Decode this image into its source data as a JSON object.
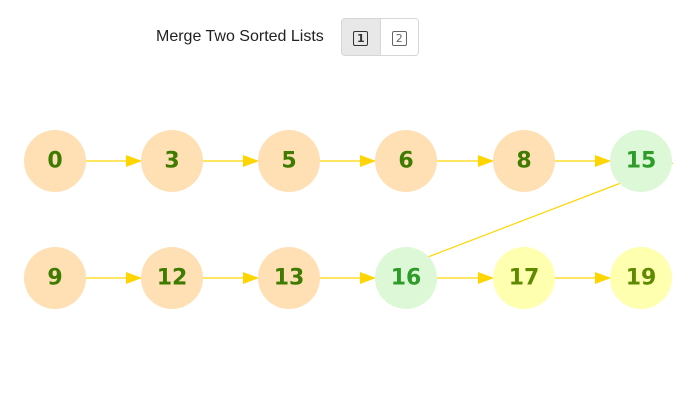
{
  "header": {
    "title": "Merge Two Sorted Lists",
    "steps": [
      {
        "label": "1",
        "active": true
      },
      {
        "label": "2",
        "active": false
      }
    ]
  },
  "colors": {
    "node_default": "#fee0b4",
    "node_text_default": "#3e7b00",
    "node_current": "#dcf8d6",
    "node_text_current": "#2e9c29",
    "node_merged": "#ffffb0",
    "node_text_merged": "#5f8a00",
    "arrow": "#ffd500"
  },
  "diagram": {
    "list_a": [
      {
        "value": "0",
        "state": "default"
      },
      {
        "value": "3",
        "state": "default"
      },
      {
        "value": "5",
        "state": "default"
      },
      {
        "value": "6",
        "state": "default"
      },
      {
        "value": "8",
        "state": "default"
      },
      {
        "value": "15",
        "state": "current"
      }
    ],
    "list_b": [
      {
        "value": "9",
        "state": "default"
      },
      {
        "value": "12",
        "state": "default"
      },
      {
        "value": "13",
        "state": "default"
      },
      {
        "value": "16",
        "state": "current"
      },
      {
        "value": "17",
        "state": "merged"
      },
      {
        "value": "19",
        "state": "merged"
      }
    ]
  }
}
